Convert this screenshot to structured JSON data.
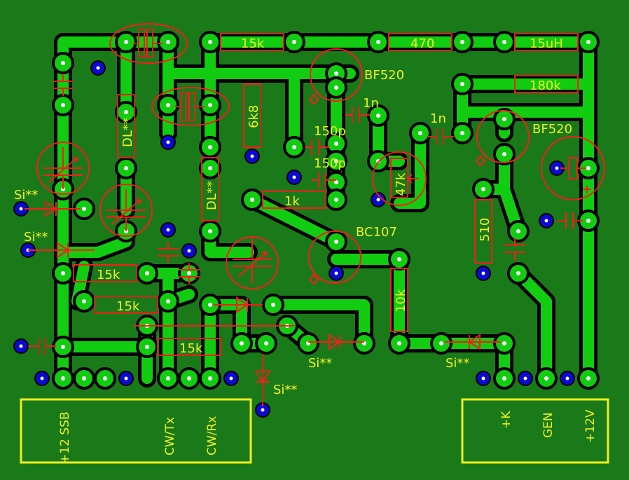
{
  "colors": {
    "board": "#1a7a1a",
    "trace": "#12cc12",
    "outline": "#000000",
    "pad_hole": "#ffffff",
    "via": "#0a0ad0",
    "component": "#ff1a1a",
    "silk": "#f0f020"
  },
  "labels": {
    "r_15k_top": "15k",
    "r_470": "470",
    "l_15uh": "15uH",
    "r_180k": "180k",
    "q1": "BF520",
    "q2": "BF520",
    "q3": "BC107",
    "c_1n_a": "1n",
    "c_1n_b": "1n",
    "c_150p_a": "150p",
    "c_150p_b": "150p",
    "r_6k8": "6k8",
    "dl_a": "DL**",
    "dl_b": "DL**",
    "r_1k": "1k",
    "r_47k": "47k",
    "r_510": "510",
    "r_10k": "10k",
    "r_15k_a": "15k",
    "r_15k_b": "15k",
    "r_15k_c": "15k",
    "d_si_1": "Si**",
    "d_si_2": "Si**",
    "d_si_3": "Si**",
    "d_si_4": "Si**",
    "d_si_5": "Si**"
  },
  "connector_left": {
    "pin_1": "+12 SSB",
    "pin_2": "CW/Tx",
    "pin_3": "CW/Rx"
  },
  "connector_right": {
    "pin_1": "+K",
    "pin_2": "GEN",
    "pin_3": "+12V"
  }
}
